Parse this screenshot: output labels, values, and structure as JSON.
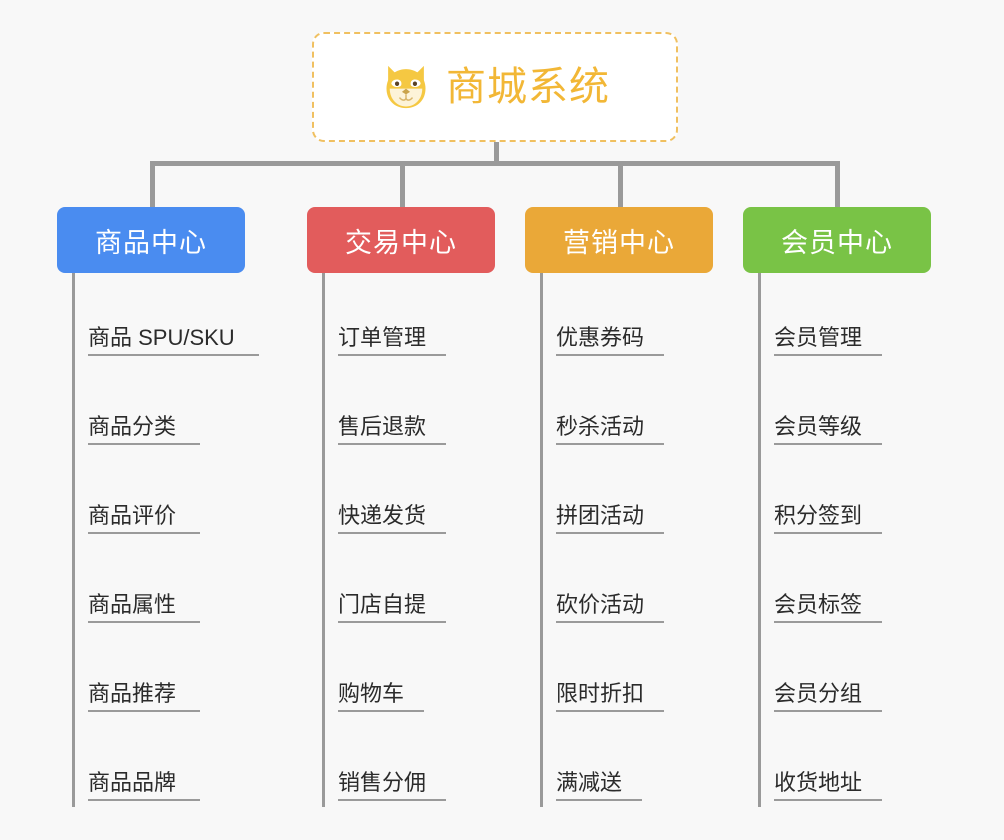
{
  "root": {
    "title": "商城系统",
    "icon": "shiba-dog-icon",
    "border_color": "#f0c060",
    "text_color": "#f2b736"
  },
  "canvas": {
    "background": "#f8f8f8",
    "connector_color": "#9a9a9a"
  },
  "categories": [
    {
      "label": "商品中心",
      "color": "#4a8cf0",
      "items": [
        "商品 SPU/SKU",
        "商品分类",
        "商品评价",
        "商品属性",
        "商品推荐",
        "商品品牌"
      ]
    },
    {
      "label": "交易中心",
      "color": "#e25c5c",
      "items": [
        "订单管理",
        "售后退款",
        "快递发货",
        "门店自提",
        "购物车",
        "销售分佣"
      ]
    },
    {
      "label": "营销中心",
      "color": "#eaa838",
      "items": [
        "优惠券码",
        "秒杀活动",
        "拼团活动",
        "砍价活动",
        "限时折扣",
        "满减送"
      ]
    },
    {
      "label": "会员中心",
      "color": "#79c346",
      "items": [
        "会员管理",
        "会员等级",
        "积分签到",
        "会员标签",
        "会员分组",
        "收货地址"
      ]
    }
  ]
}
